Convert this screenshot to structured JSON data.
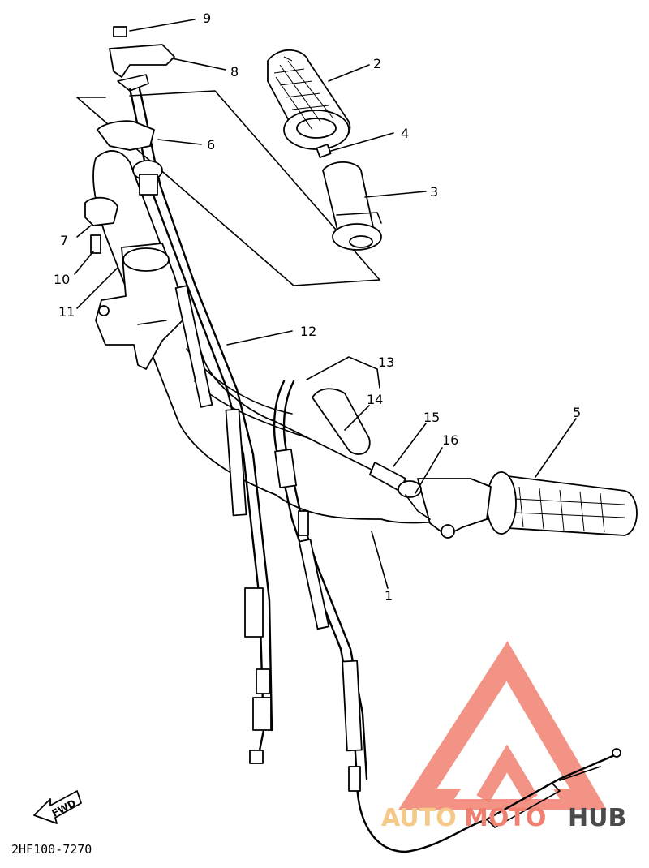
{
  "diagram": {
    "part_numbers": [
      "1",
      "2",
      "3",
      "4",
      "5",
      "6",
      "7",
      "8",
      "9",
      "10",
      "11",
      "12",
      "13",
      "14",
      "15",
      "16"
    ],
    "drawing_code": "2HF100-7270",
    "forward_arrow_label": "FWD",
    "watermark": {
      "text_part1": "AUTO",
      "text_part2": "MOTO",
      "text_part3": "HUB",
      "colors": {
        "primary": "#f08070",
        "secondary": "#f5c98a",
        "dark": "#4a4a4a"
      }
    }
  }
}
